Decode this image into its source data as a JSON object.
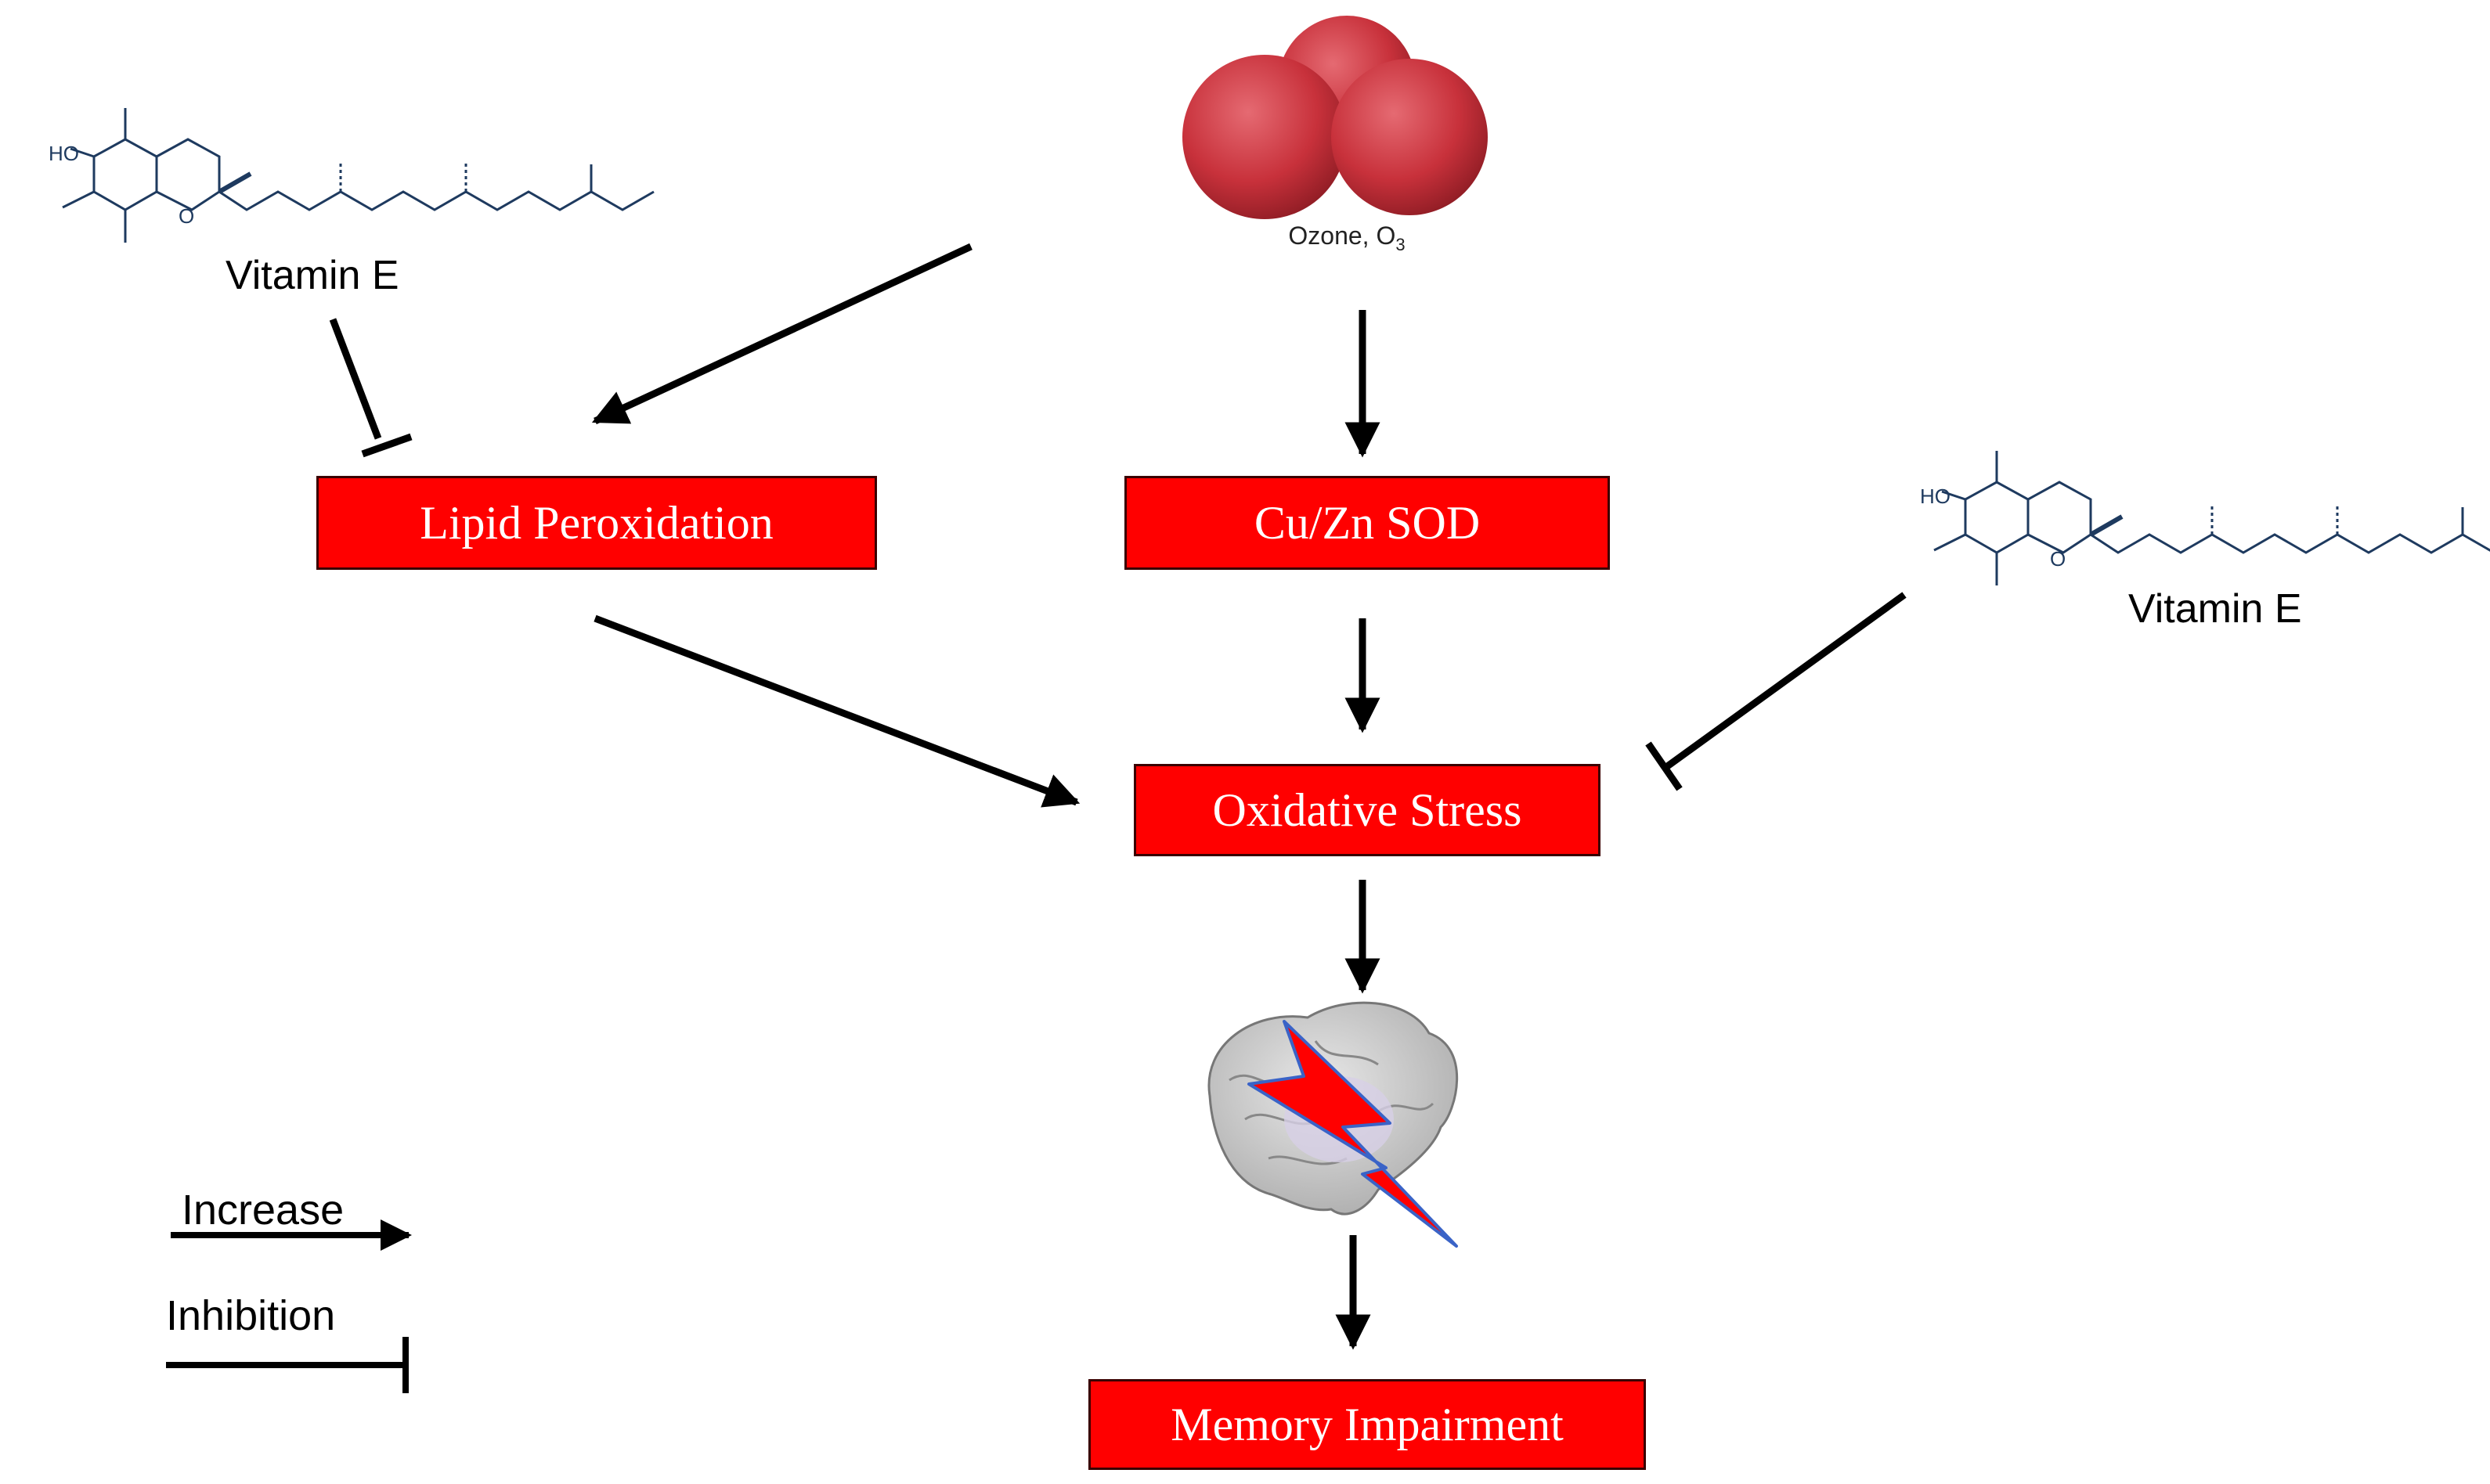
{
  "ozone": {
    "name": "Ozone, O",
    "subscript": "3"
  },
  "vitamin_e": {
    "label": "Vitamin E",
    "ho": "HO",
    "ring_o": "O"
  },
  "nodes": {
    "lipid_peroxidation": "Lipid Peroxidation",
    "cu_zn_sod": "Cu/Zn SOD",
    "oxidative_stress": "Oxidative Stress",
    "memory_impairment": "Memory Impairment"
  },
  "legend": {
    "increase": "Increase",
    "inhibition": "Inhibition"
  },
  "colors": {
    "box_fill": "#ff0000",
    "ozone": "#c8313b",
    "chem": "#1e3a5f",
    "arrow": "#000000"
  }
}
